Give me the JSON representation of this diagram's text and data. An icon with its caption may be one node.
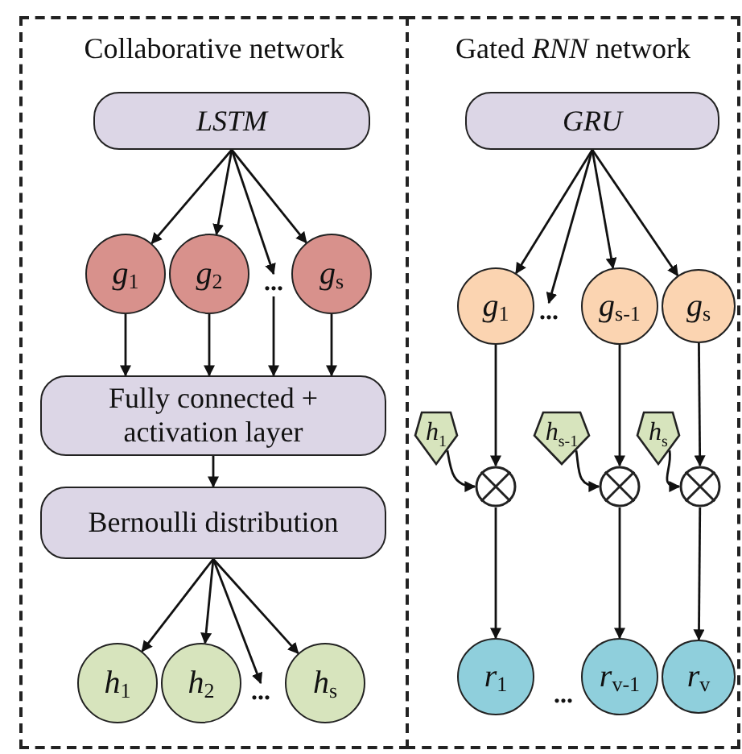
{
  "diagram": {
    "nodes": [
      {
        "text": [
          "Collaborative network"
        ]
      },
      {
        "text": [
          "LSTM"
        ],
        "in": 0
      },
      {
        "text": [
          "*g*$_{1}$"
        ],
        "in": 0
      },
      {
        "text": [
          "*g*$_{2}$"
        ],
        "in": 0
      },
      {
        "text": [
          "*g*$_{s}$"
        ],
        "in": 0
      },
      {
        "text": [
          "Fully connected + activation layer"
        ],
        "in": 0
      },
      {
        "text": [
          "Bernoulli distribution"
        ],
        "in": 0
      },
      {
        "text": [
          "*h*$_{1}$"
        ],
        "in": 0
      },
      {
        "text": [
          "*h*$_{2}$"
        ],
        "in": 0
      },
      {
        "text": [
          "*h*$_{s}$"
        ],
        "in": 0
      },
      {
        "text": [
          "Gated *RNN* network"
        ]
      },
      {
        "text": [
          "GRU"
        ],
        "in": 10
      },
      {
        "text": [
          "*g*$_{1}$"
        ],
        "in": 10
      },
      {
        "text": [
          "*g*$_{s-1}$"
        ],
        "in": 10
      },
      {
        "text": [
          "*g*$_{s}$"
        ],
        "in": 10
      },
      {
        "text": [
          "*h*$_{1}$"
        ],
        "in": 10
      },
      {
        "text": [],
        "shape": "circle",
        "in": 10
      },
      {
        "text": [
          "*h*$_{s-1}$"
        ],
        "in": 10
      },
      {
        "text": [],
        "shape": "circle",
        "in": 10
      },
      {
        "text": [
          "*h*$_{s}$"
        ],
        "in": 10
      },
      {
        "text": [],
        "shape": "circle",
        "in": 10
      },
      {
        "text": [
          "*r*$_{1}$"
        ],
        "in": 10
      },
      {
        "text": [
          "*r*$_{v-1}$"
        ],
        "in": 10
      },
      {
        "text": [
          "*r*$_{v}$"
        ],
        "in": 10
      },
      {
        "text": [
          "..."
        ],
        "in": 0
      },
      {
        "text": [
          "..."
        ],
        "in": 0
      },
      {
        "text": [
          "..."
        ],
        "in": 10
      }
    ],
    "edges": [
      {
        "from": 1,
        "to": 2,
        "arrow": "to"
      },
      {
        "from": 1,
        "to": 3,
        "arrow": "to"
      },
      {
        "from": 1,
        "to": 24,
        "arrow": "to"
      },
      {
        "from": 1,
        "to": 4,
        "arrow": "to"
      },
      {
        "from": 2,
        "to": 5,
        "arrow": "to"
      },
      {
        "from": 3,
        "to": 5,
        "arrow": "to"
      },
      {
        "from": 24,
        "to": 5,
        "arrow": "to"
      },
      {
        "from": 4,
        "to": 5,
        "arrow": "to"
      },
      {
        "from": 5,
        "to": 6,
        "arrow": "to"
      },
      {
        "from": 6,
        "to": 7,
        "arrow": "to"
      },
      {
        "from": 6,
        "to": 8,
        "arrow": "to"
      },
      {
        "from": 6,
        "to": 25,
        "arrow": "to"
      },
      {
        "from": 6,
        "to": 9,
        "arrow": "to"
      },
      {
        "from": 11,
        "to": 12,
        "arrow": "to"
      },
      {
        "from": 11,
        "to": 26,
        "arrow": "to"
      },
      {
        "from": 11,
        "to": 13,
        "arrow": "to"
      },
      {
        "from": 11,
        "to": 14,
        "arrow": "to"
      },
      {
        "from": 12,
        "to": 16,
        "arrow": "to"
      },
      {
        "from": 13,
        "to": 18,
        "arrow": "to"
      },
      {
        "from": 14,
        "to": 20,
        "arrow": "to"
      },
      {
        "from": 15,
        "to": 16,
        "arrow": "to"
      },
      {
        "from": 17,
        "to": 18,
        "arrow": "to"
      },
      {
        "from": 19,
        "to": 20,
        "arrow": "to"
      },
      {
        "from": 16,
        "to": 21,
        "arrow": "to"
      },
      {
        "from": 18,
        "to": 22,
        "arrow": "to"
      },
      {
        "from": 20,
        "to": 23,
        "arrow": "to"
      }
    ],
    "labels": [
      "..."
    ]
  }
}
